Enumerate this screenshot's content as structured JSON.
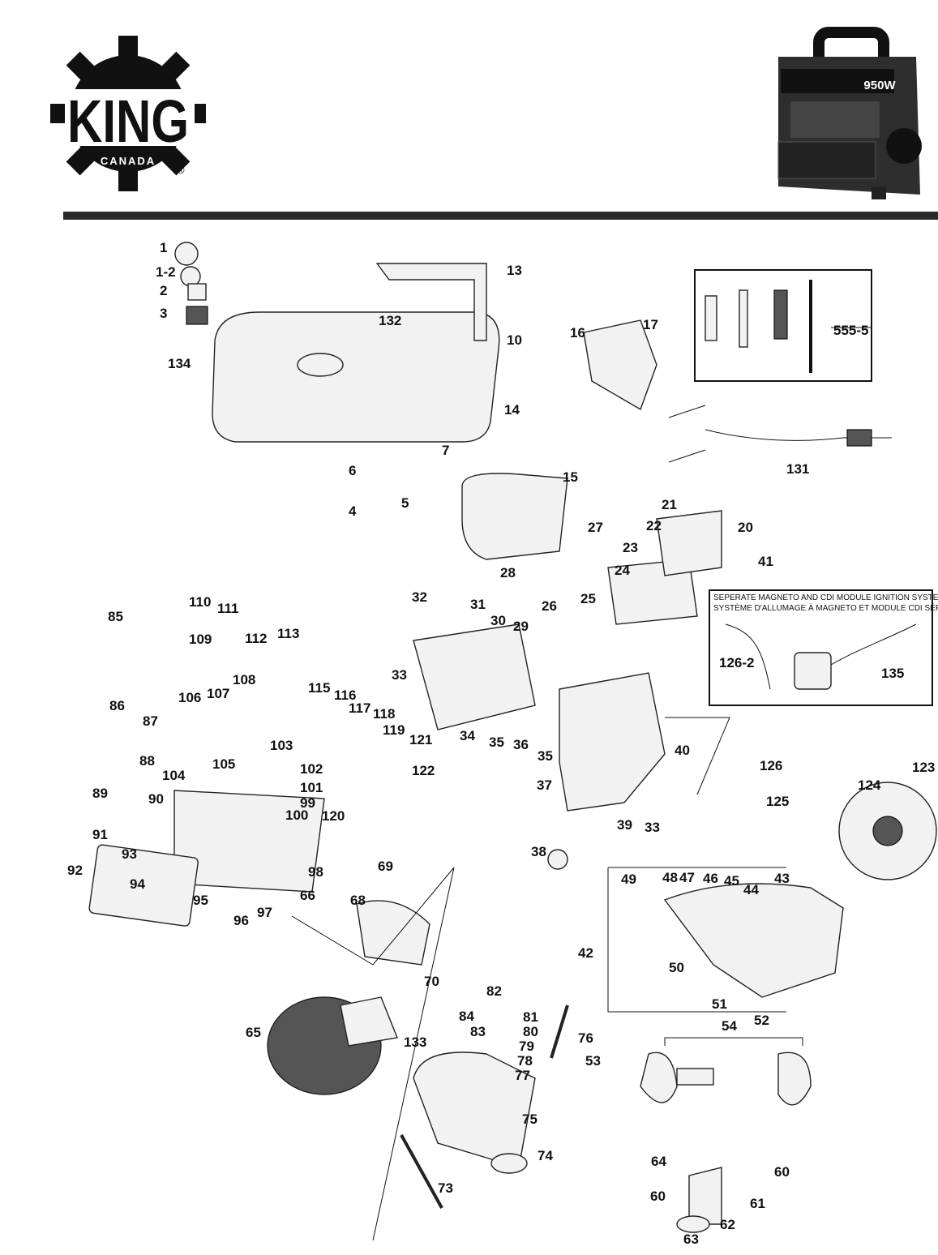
{
  "logo": {
    "brand": "KING",
    "sub": "CANADA",
    "mark": "®"
  },
  "product_photo": {
    "badge": "950W"
  },
  "accent_bar_color": "#2b2b2b",
  "tools_kit": {
    "label": "555-5"
  },
  "ignition_box": {
    "title_en": "SEPERATE MAGNETO AND CDI MODULE IGNITION SYSTEM",
    "title_fr": "SYSTÈME D'ALLUMAGE À MAGNETO ET MODULE CDI SÉPARÉS"
  },
  "part_labels": [
    "1",
    "1-2",
    "2",
    "3",
    "134",
    "132",
    "13",
    "10",
    "16",
    "17",
    "14",
    "15",
    "131",
    "6",
    "7",
    "4",
    "5",
    "27",
    "21",
    "22",
    "20",
    "41",
    "23",
    "24",
    "28",
    "26",
    "25",
    "32",
    "31",
    "30",
    "29",
    "33",
    "110",
    "111",
    "85",
    "109",
    "112",
    "113",
    "86",
    "87",
    "106",
    "107",
    "108",
    "115",
    "116",
    "117",
    "118",
    "119",
    "121",
    "34",
    "35",
    "36",
    "35",
    "40",
    "88",
    "105",
    "103",
    "102",
    "104",
    "101",
    "99",
    "100",
    "120",
    "122",
    "37",
    "39",
    "33",
    "38",
    "89",
    "90",
    "91",
    "93",
    "92",
    "94",
    "95",
    "96",
    "97",
    "98",
    "69",
    "66",
    "68",
    "70",
    "126",
    "123",
    "125",
    "124",
    "126-2",
    "135",
    "49",
    "48",
    "47",
    "46",
    "45",
    "44",
    "43",
    "42",
    "50",
    "51",
    "52",
    "82",
    "84",
    "81",
    "80",
    "83",
    "79",
    "78",
    "77",
    "76",
    "53",
    "54",
    "133",
    "65",
    "75",
    "74",
    "64",
    "60",
    "60",
    "61",
    "62",
    "63",
    "73"
  ]
}
